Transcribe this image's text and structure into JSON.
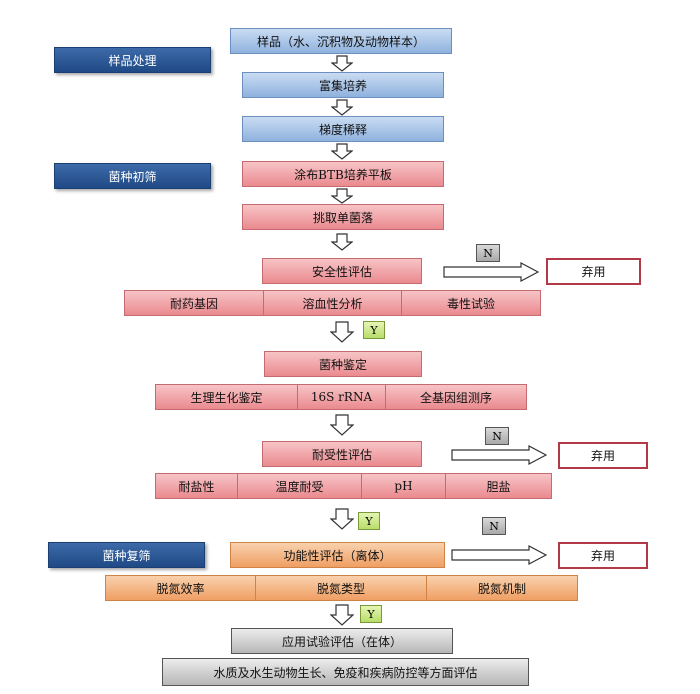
{
  "stages": {
    "sample_processing": "样品处理",
    "initial_screening": "菌种初筛",
    "rescreening": "菌种复筛"
  },
  "flow": {
    "sample": "样品（水、沉积物及动物样本）",
    "enrichment": "富集培养",
    "dilution": "梯度稀释",
    "plating": "涂布BTB培养平板",
    "pick_colony": "挑取单菌落",
    "safety_eval": "安全性评估",
    "identification": "菌种鉴定",
    "tolerance_eval": "耐受性评估",
    "function_eval": "功能性评估（离体）",
    "application_eval": "应用试验评估（在体）",
    "final_eval": "水质及水生动物生长、免疫和疾病防控等方面评估"
  },
  "safety_items": [
    "耐药基因",
    "溶血性分析",
    "毒性试验"
  ],
  "identification_items": [
    "生理生化鉴定",
    "16S rRNA",
    "全基因组测序"
  ],
  "tolerance_items": [
    "耐盐性",
    "温度耐受",
    "pH",
    "胆盐"
  ],
  "function_items": [
    "脱氮效率",
    "脱氮类型",
    "脱氮机制"
  ],
  "decisions": {
    "no": "N",
    "yes": "Y",
    "discard": "弃用"
  },
  "colors": {
    "stage_blue": "#2a5696",
    "blue_box": "#a9c5e8",
    "red_box": "#f0a5a9",
    "orange_box": "#f4b782",
    "gray_box": "#cfcfcf",
    "discard_border": "#b23a48",
    "yes_tag": "#c9e88a"
  }
}
